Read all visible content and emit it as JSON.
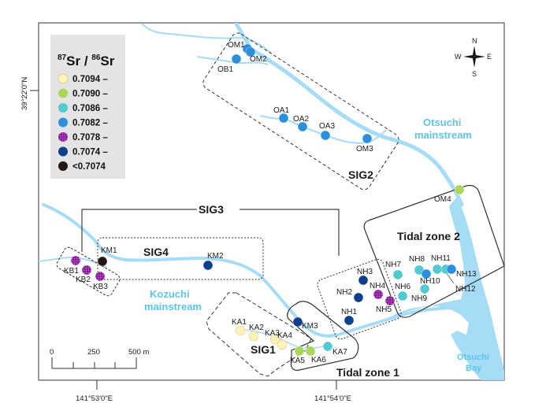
{
  "map": {
    "title": "87Sr/86Sr map of Otsuchi and Kozuchi river basins",
    "axes": {
      "latitude_label": "39°22'0\"N",
      "longitude_labels": [
        "141°53'0\"E",
        "141°54'0\"E"
      ]
    },
    "compass": {
      "n": "N",
      "s": "S",
      "e": "E",
      "w": "W"
    },
    "scale_bar": {
      "labels": [
        "0",
        "250",
        "500 m"
      ]
    },
    "water_labels": {
      "otsuchi_main_1": "Otsuchi",
      "otsuchi_main_2": "mainstream",
      "kozuchi_main_1": "Kozuchi",
      "kozuchi_main_2": "mainstream",
      "bay_1": "Otsuchi",
      "bay_2": "Bay"
    },
    "zones": {
      "sig1": "SIG1",
      "sig2": "SIG2",
      "sig3": "SIG3",
      "sig4": "SIG4",
      "tidal1": "Tidal zone 1",
      "tidal2": "Tidal zone 2"
    }
  },
  "legend": {
    "title_sup1": "87",
    "title_sr1": "Sr",
    "title_slash": " / ",
    "title_sup2": "86",
    "title_sr2": "Sr",
    "items": [
      {
        "key": "c9094",
        "label": "0.7094 –",
        "color": "#fdf3b8",
        "pattern": "solid"
      },
      {
        "key": "c9090",
        "label": "0.7090 –",
        "color": "#9ed24a",
        "pattern": "hatch"
      },
      {
        "key": "c9086",
        "label": "0.7086 –",
        "color": "#3fc4cc",
        "pattern": "hatch"
      },
      {
        "key": "c9082",
        "label": "0.7082 –",
        "color": "#2b8fdc",
        "pattern": "solid"
      },
      {
        "key": "c9078",
        "label": "0.7078 –",
        "color": "#8a1f9a",
        "pattern": "dots"
      },
      {
        "key": "c9074",
        "label": "0.7074 –",
        "color": "#0e3f8c",
        "pattern": "solid"
      },
      {
        "key": "c9070",
        "label": "<0.7074",
        "color": "#231815",
        "pattern": "solid"
      }
    ]
  },
  "sites": [
    {
      "id": "OM1",
      "cls": "c9082"
    },
    {
      "id": "OM2",
      "cls": "c9082"
    },
    {
      "id": "OB1",
      "cls": "c9082"
    },
    {
      "id": "OA1",
      "cls": "c9082"
    },
    {
      "id": "OA2",
      "cls": "c9082"
    },
    {
      "id": "OA3",
      "cls": "c9082"
    },
    {
      "id": "OM3",
      "cls": "c9082"
    },
    {
      "id": "OM4",
      "cls": "c9090"
    },
    {
      "id": "KB1",
      "cls": "c9078"
    },
    {
      "id": "KB2",
      "cls": "c9078"
    },
    {
      "id": "KB3",
      "cls": "c9078"
    },
    {
      "id": "KM1",
      "cls": "c9070"
    },
    {
      "id": "KM2",
      "cls": "c9074"
    },
    {
      "id": "KM3",
      "cls": "c9074"
    },
    {
      "id": "KA1",
      "cls": "c9094"
    },
    {
      "id": "KA2",
      "cls": "c9094"
    },
    {
      "id": "KA3",
      "cls": "c9094"
    },
    {
      "id": "KA4",
      "cls": "c9094"
    },
    {
      "id": "KA5",
      "cls": "c9090"
    },
    {
      "id": "KA6",
      "cls": "c9090"
    },
    {
      "id": "KA7",
      "cls": "c9086"
    },
    {
      "id": "NH1",
      "cls": "c9074"
    },
    {
      "id": "NH2",
      "cls": "c9074"
    },
    {
      "id": "NH3",
      "cls": "c9074"
    },
    {
      "id": "NH4",
      "cls": "c9078"
    },
    {
      "id": "NH5",
      "cls": "c9078"
    },
    {
      "id": "NH6",
      "cls": "c9086"
    },
    {
      "id": "NH7",
      "cls": "c9086"
    },
    {
      "id": "NH8",
      "cls": "c9086"
    },
    {
      "id": "NH9",
      "cls": "c9086"
    },
    {
      "id": "NH10",
      "cls": "c9082"
    },
    {
      "id": "NH11",
      "cls": "c9086"
    },
    {
      "id": "NH12",
      "cls": "c9086"
    },
    {
      "id": "NH13",
      "cls": "c9082"
    }
  ]
}
